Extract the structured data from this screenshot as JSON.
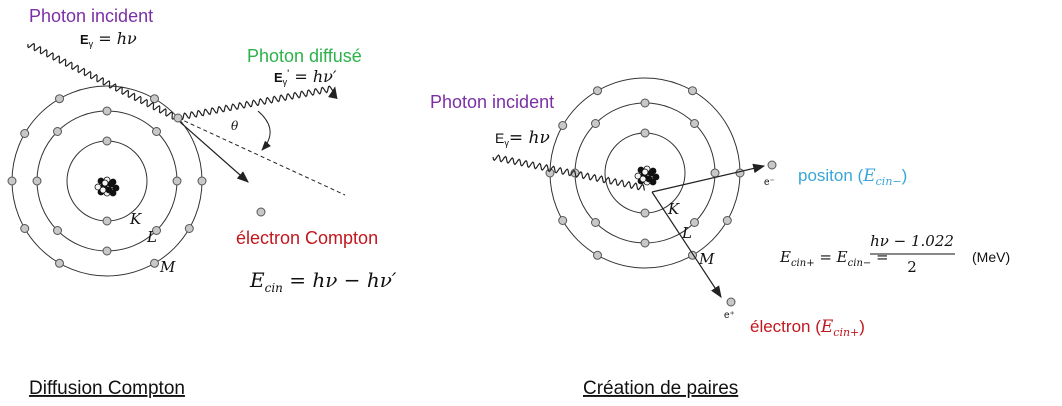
{
  "compton": {
    "incident_label": "Photon incident",
    "incident_energy": {
      "sym": "E",
      "sub": "γ",
      "eq": " = hν"
    },
    "scattered_label": "Photon diffusé",
    "scattered_energy": {
      "sym": "E",
      "sub": "γ",
      "prime": "'",
      "eq": " = hν′"
    },
    "theta": "θ",
    "shell_k": "K",
    "shell_l": "L",
    "shell_m": "M",
    "electron_label": "électron Compton",
    "energy_equation": {
      "lhs": "E",
      "lhs_sub": "cin",
      "rhs": " =  hν  − hν′"
    },
    "caption": "Diffusion Compton"
  },
  "pair": {
    "incident_label": "Photon incident",
    "incident_energy": {
      "sym": "E",
      "sub": "γ",
      "eq": "= hν"
    },
    "shell_k": "K",
    "shell_l": "L",
    "shell_m": "M",
    "e_minus_label": "e⁻",
    "e_plus_label": "e⁺",
    "positon_label": "positon",
    "positon_energy": {
      "sym": "E",
      "sub": "cin−"
    },
    "electron_label": "électron",
    "electron_energy": {
      "sym": "E",
      "sub": "cin+"
    },
    "formula": {
      "lhs": "E",
      "lhs_sub": "cin+",
      "mid": " = E",
      "mid_sub": "cin−",
      "eq": " =",
      "numerator": "hν − 1.022",
      "denominator": "2",
      "unit": "(MeV)"
    },
    "caption": "Création de paires"
  },
  "colors": {
    "incident": "#7B2FA6",
    "scattered": "#2DB24A",
    "electron": "#C0181F",
    "positon": "#3AA6D8",
    "line": "#222222"
  }
}
